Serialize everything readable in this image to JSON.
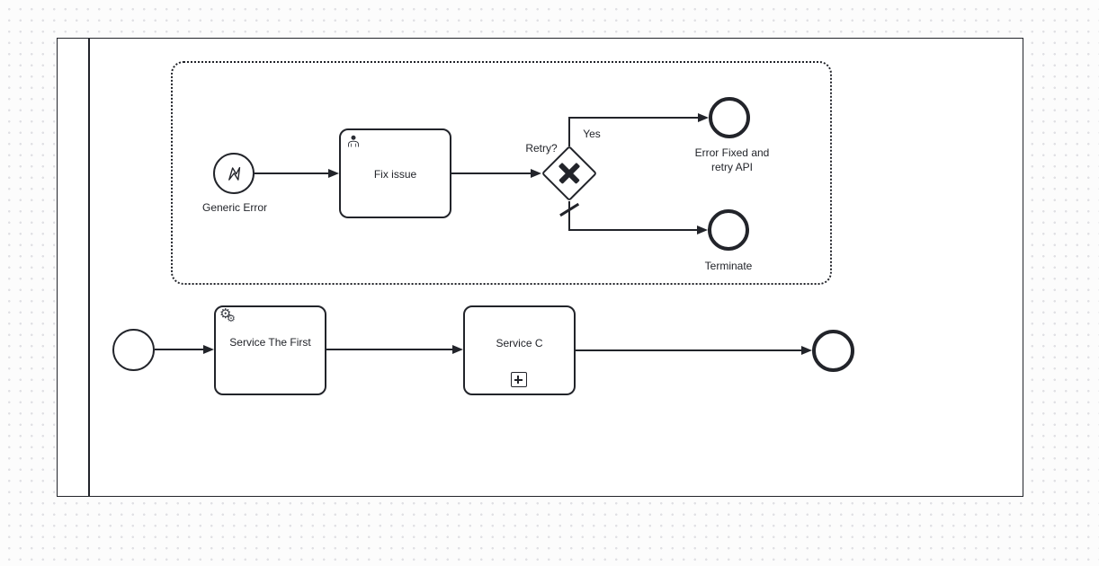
{
  "canvas": {
    "background_color": "#fcfcfc",
    "grid_dot_color": "#e0e0e4",
    "stroke_color": "#22242a"
  },
  "pool": {
    "header_label": ""
  },
  "event_subprocess": {
    "error_start_event": {
      "label": "Generic Error",
      "icon": "error-lightning-icon"
    },
    "fix_issue_task": {
      "label": "Fix issue",
      "icon": "user-icon"
    },
    "retry_gateway": {
      "label": "Retry?",
      "type": "exclusive",
      "marker": "X"
    },
    "yes_flow_label": "Yes",
    "default_flow_marker": "slash",
    "error_fixed_end_event": {
      "label": "Error Fixed and retry API"
    },
    "terminate_end_event": {
      "label": "Terminate"
    }
  },
  "main_process": {
    "start_event": {
      "icon": "circle-start-event"
    },
    "service_first_task": {
      "label": "Service The First",
      "icon": "gears-icon"
    },
    "service_c_subprocess": {
      "label": "Service C",
      "marker": "plus"
    },
    "end_event": {
      "icon": "circle-end-event"
    }
  }
}
